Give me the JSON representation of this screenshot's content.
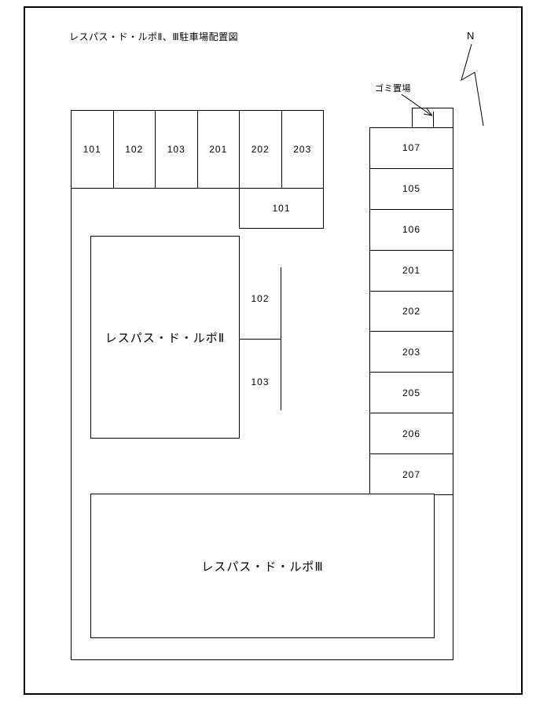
{
  "page": {
    "title": "レスパス・ド・ルポⅡ、Ⅲ駐車場配置図"
  },
  "compass": {
    "label": "N"
  },
  "garbage": {
    "label": "ゴミ置場"
  },
  "buildings": {
    "building2_label": "レスパス・ド・ルポⅡ",
    "building3_label": "レスパス・ド・ルポⅢ"
  },
  "parking": {
    "top_row": [
      "101",
      "102",
      "103",
      "201",
      "202",
      "203"
    ],
    "inner_stall": "101",
    "middle_stalls": [
      "102",
      "103"
    ],
    "right_column": [
      "107",
      "105",
      "106",
      "201",
      "202",
      "203",
      "205",
      "206",
      "207"
    ]
  },
  "colors": {
    "line": "#000000",
    "background": "#ffffff"
  }
}
